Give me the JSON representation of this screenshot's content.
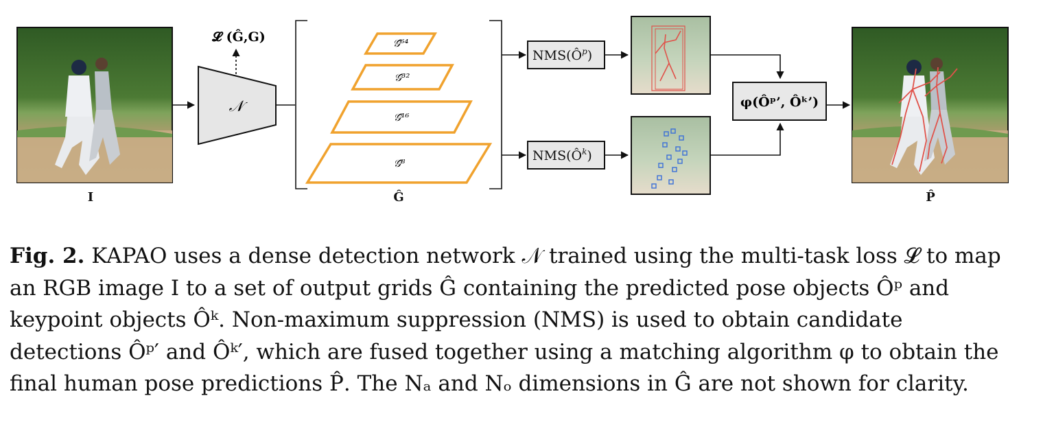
{
  "figure": {
    "loss_label": "𝓛 (Ĝ,G)",
    "network_label": "𝒩",
    "grid_labels": [
      "𝒢̂⁶⁴",
      "𝒢̂³²",
      "𝒢̂¹⁶",
      "𝒢̂⁸"
    ],
    "input_label": "I",
    "grids_label": "Ĝ",
    "output_label": "P̂",
    "nms_pose_label": "NMS(Ô",
    "nms_pose_sup": "p",
    "nms_kp_label": "NMS(Ô",
    "nms_kp_sup": "k",
    "fusion_label": "φ(Ôᵖ’, Ôᵏ’)",
    "colors": {
      "grid": "#f0a22e",
      "box_fill": "#e8e8e8",
      "pose_lines": "#e0524a",
      "keypoint_boxes": "#3a6fd8"
    }
  },
  "caption": {
    "prefix": "Fig. 2.",
    "text": " KAPAO uses a dense detection network 𝒩 trained using the multi-task loss 𝓛 to map an RGB image I to a set of output grids Ĝ containing the predicted pose objects Ôᵖ and keypoint objects Ôᵏ. Non-maximum suppression (NMS) is used to obtain candidate detections Ôᵖ′ and Ôᵏ′, which are fused together using a matching algorithm φ to obtain the final human pose predictions P̂. The Nₐ and Nₒ dimensions in Ĝ are not shown for clarity."
  }
}
